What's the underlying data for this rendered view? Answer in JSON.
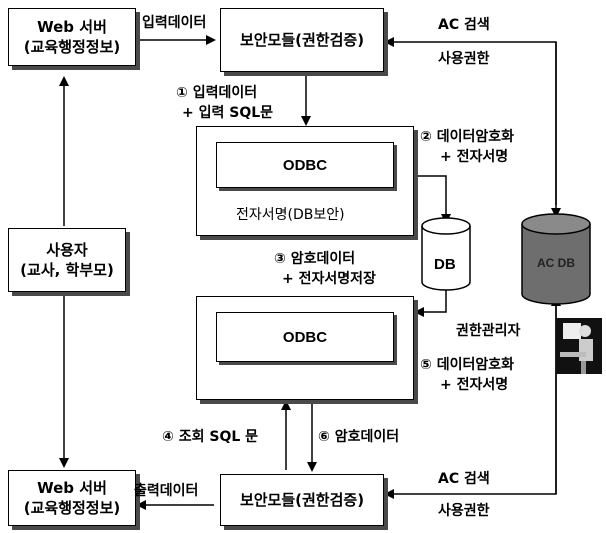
{
  "boxes": {
    "web_top": {
      "line1": "Web 서버",
      "line2": "(교육행정정보)"
    },
    "sec_top": {
      "line1": "보안모들(권한검증)"
    },
    "user": {
      "line1": "사용자",
      "line2": "(교사, 학부모)"
    },
    "web_bottom": {
      "line1": "Web 서버",
      "line2": "(교육행정정보)"
    },
    "sec_bottom": {
      "line1": "보안모들(권한검증)"
    },
    "odbc_top": {
      "label": "ODBC",
      "caption": "전자서명(DB보안)"
    },
    "odbc_bottom": {
      "label": "ODBC"
    }
  },
  "db": {
    "label": "DB"
  },
  "acdb": {
    "label": "AC DB"
  },
  "labels": {
    "input_data": "입력데이터",
    "step1_line1": "① 입력데이터",
    "step1_line2": "+ 입력 SQL문",
    "step2_line1": "② 데이터암호화",
    "step2_line2": "+ 전자서명",
    "step3_line1": "③ 암호데이터",
    "step3_line2": "+ 전자서명저장",
    "rights_admin": "권한관리자",
    "step5_line1": "⑤ 데이터암호화",
    "step5_line2": "+ 전자서명",
    "step4": "④ 조회 SQL 문",
    "step6": "⑥ 암호데이터",
    "ac_search_top": "AC 검색",
    "usage_rights_top": "사용권한",
    "ac_search_bottom": "AC 검색",
    "usage_rights_bottom": "사용권한",
    "output_data": "출력데이터"
  },
  "colors": {
    "stroke": "#000000",
    "shadow": "#4a4a4a",
    "acdb": "#6e6e6e"
  }
}
